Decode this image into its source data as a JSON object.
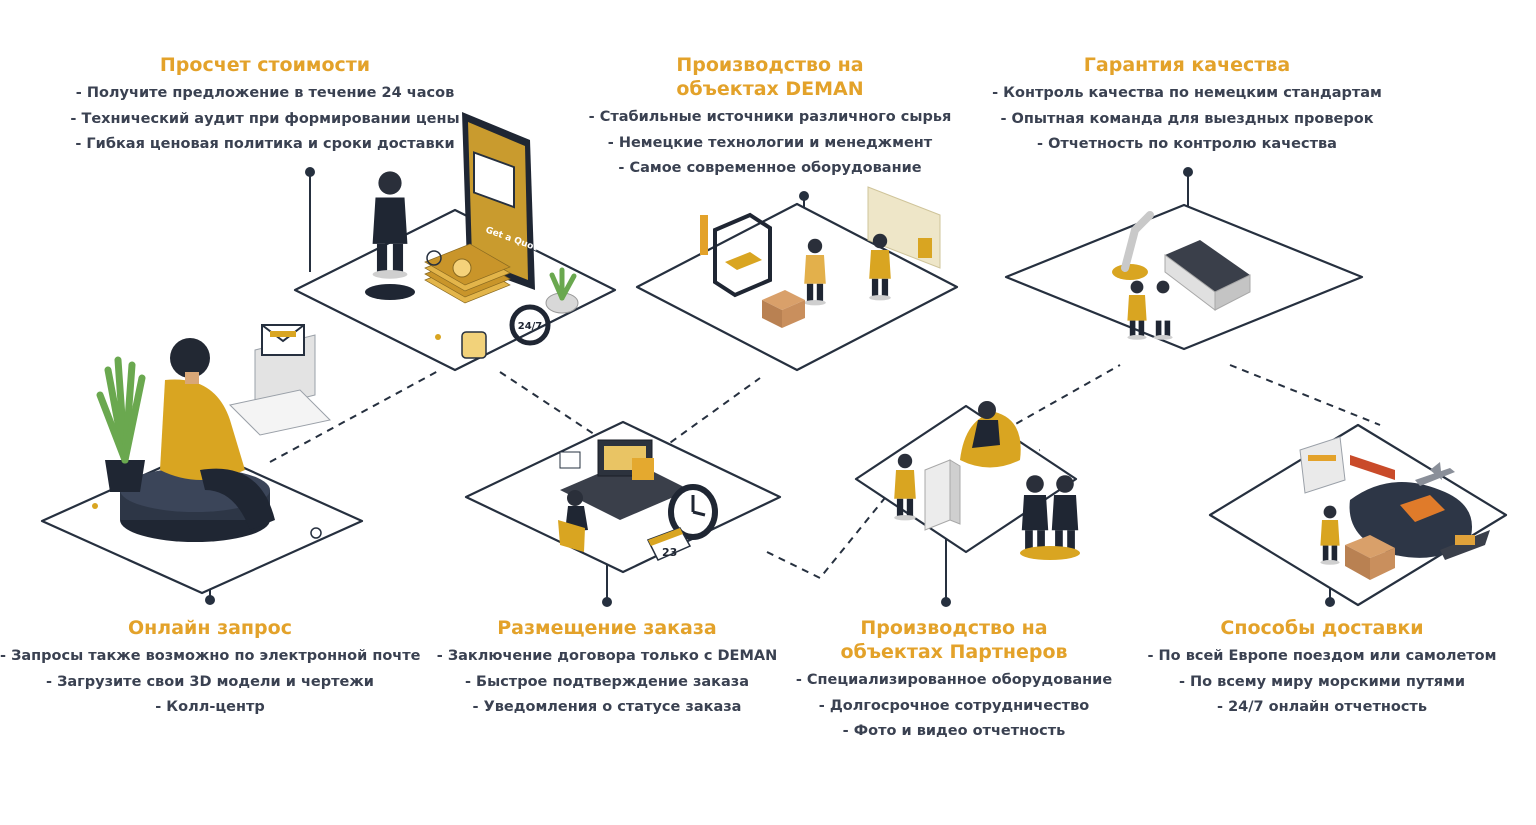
{
  "colors": {
    "title": "#e3a22a",
    "text": "#3a4151",
    "outline": "#26303f",
    "accent_gold": "#d9a521",
    "dark_navy": "#1f2633"
  },
  "steps": [
    {
      "id": "online",
      "title": "Онлайн запрос",
      "items": [
        "- Запросы также возможно по электронной почте",
        "- Загрузите свои 3D модели и чертежи",
        "- Колл-центр"
      ],
      "icons": [
        "person-with-laptop-icon",
        "plant-icon",
        "email-icon"
      ]
    },
    {
      "id": "pricing",
      "title": "Просчет стоимости",
      "items": [
        "- Получите предложение в течение 24 часов",
        "- Технический аудит при формировании цены",
        "- Гибкая ценовая политика и сроки доставки"
      ],
      "icons": [
        "businessman-icon",
        "smartphone-icon",
        "money-stack-icon",
        "clock-24-7-icon",
        "plant-icon"
      ],
      "phone_button": "Get a Quot"
    },
    {
      "id": "order",
      "title": "Размещение заказа",
      "items": [
        "- Заключение договора только с DEMAN",
        "- Быстрое подтверждение заказа",
        "- Уведомления о статусе заказа"
      ],
      "icons": [
        "office-desk-icon",
        "wall-clock-icon",
        "calendar-icon"
      ],
      "calendar_number": "23"
    },
    {
      "id": "deman",
      "title_lines": [
        "Производство на",
        "объектах DEMAN"
      ],
      "items": [
        "- Стабильные источники различного сырья",
        "- Немецкие технологии и менеджмент",
        "- Самое современное оборудование"
      ],
      "icons": [
        "3d-printer-icon",
        "worker-with-boxes-icon",
        "engineer-with-board-icon"
      ]
    },
    {
      "id": "partners",
      "title_lines": [
        "Производство на",
        "объектах Партнеров"
      ],
      "items": [
        "- Специализированное оборудование",
        "- Долгосрочное сотрудничество",
        "- Фото и видео отчетность"
      ],
      "icons": [
        "server-rack-icon",
        "handshake-icon",
        "beanbag-person-icon"
      ]
    },
    {
      "id": "quality",
      "title": "Гарантия качества",
      "items": [
        "- Контроль качества по немецким стандартам",
        "- Опытная команда для выездных проверок",
        "- Отчетность по контролю качества"
      ],
      "icons": [
        "robot-arm-icon",
        "conveyor-icon",
        "inspector-icon"
      ]
    },
    {
      "id": "delivery",
      "title": "Способы доставки",
      "items": [
        "- По всей Европе поездом или самолетом",
        "- По всему миру морскими путями",
        "- 24/7 онлайн отчетность"
      ],
      "icons": [
        "world-map-icon",
        "train-icon",
        "airplane-icon",
        "ship-icon",
        "parcel-icon"
      ]
    }
  ]
}
